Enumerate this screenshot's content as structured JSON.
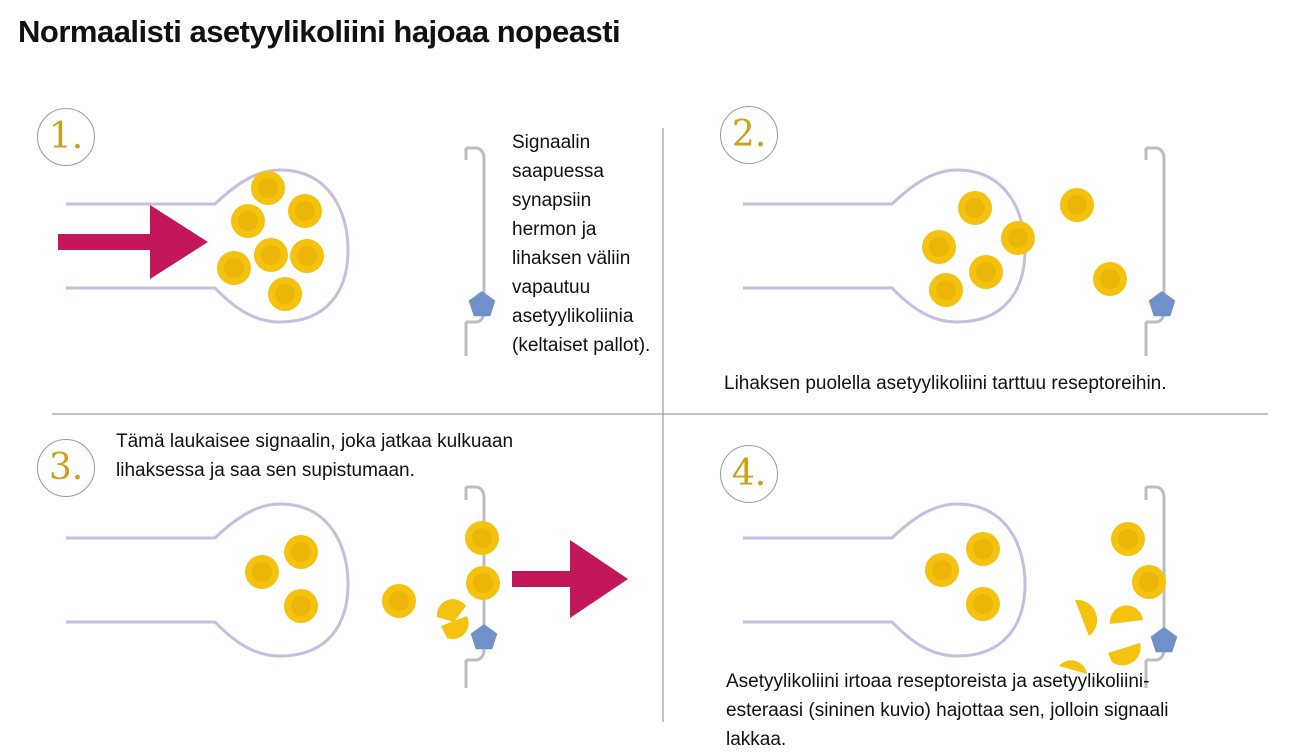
{
  "title": "Normaalisti asetyylikoliini hajoaa nopeasti",
  "panels": [
    {
      "number": "1.",
      "text": "Signaalin saapuessa synapsiin hermon ja lihaksen väliin vapautuu asetyylikoliinia (keltaiset pallot)."
    },
    {
      "number": "2.",
      "text": "Lihaksen puolella asetyylikoliini tarttuu reseptoreihin."
    },
    {
      "number": "3.",
      "text": "Tämä laukaisee signaalin, joka jatkaa kulkuaan lihaksessa ja saa sen supistumaan."
    },
    {
      "number": "4.",
      "text": "Asetyylikoliini irtoaa reseptoreista ja asetyylikoliini-esteraasi (sininen kuvio) hajottaa sen, jolloin signaali lakkaa."
    }
  ],
  "colors": {
    "nerve": "#c6bde0",
    "ball": "#f5c210",
    "ball_center": "#e0a800",
    "arrow": "#c2185b",
    "enzyme": "#6f90c8",
    "membrane": "#bdbdbd",
    "number": "#c9a21a"
  }
}
